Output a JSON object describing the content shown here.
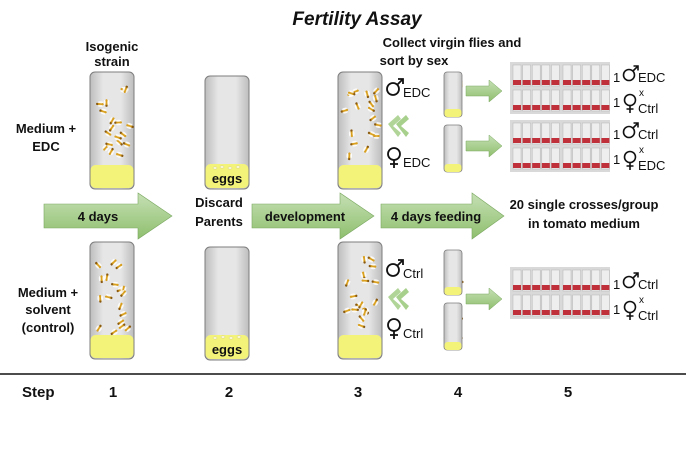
{
  "title": "Fertility Assay",
  "labels": {
    "isogenic_strain": [
      "Isogenic",
      "strain"
    ],
    "medium_edc": [
      "Medium +",
      "EDC"
    ],
    "medium_solvent": [
      "Medium +",
      "solvent",
      "(control)"
    ],
    "collect_virgin": [
      "Collect virgin flies and",
      "sort by sex"
    ],
    "discard_parents": [
      "Discard",
      "Parents"
    ],
    "eggs": "eggs",
    "single_crosses": [
      "20 single crosses/group",
      "in tomato medium"
    ]
  },
  "arrows": {
    "days4": "4 days",
    "development": "development",
    "feeding": "4 days feeding"
  },
  "sex_labels": {
    "male_edc": "EDC",
    "female_edc": "EDC",
    "male_ctrl": "Ctrl",
    "female_ctrl": "Ctrl"
  },
  "crosses": [
    {
      "top_count": "1",
      "top_tag": "EDC",
      "x": "x",
      "bottom_count": "1",
      "bottom_tag": "Ctrl"
    },
    {
      "top_count": "1",
      "top_tag": "Ctrl",
      "x": "x",
      "bottom_count": "1",
      "bottom_tag": "EDC"
    },
    {
      "top_count": "1",
      "top_tag": "Ctrl",
      "x": "x",
      "bottom_count": "1",
      "bottom_tag": "Ctrl"
    }
  ],
  "steps": {
    "label": "Step",
    "numbers": [
      "1",
      "2",
      "3",
      "4",
      "5"
    ]
  },
  "colors": {
    "arrow_fill": "#a8d08d",
    "medium": "#f3f37a",
    "tube_glass": "#d5d5d5",
    "tray": "#d9d9d9",
    "vial_red": "#c0303a"
  },
  "icons": [
    "male-symbol-icon",
    "female-symbol-icon",
    "fly-icon"
  ]
}
